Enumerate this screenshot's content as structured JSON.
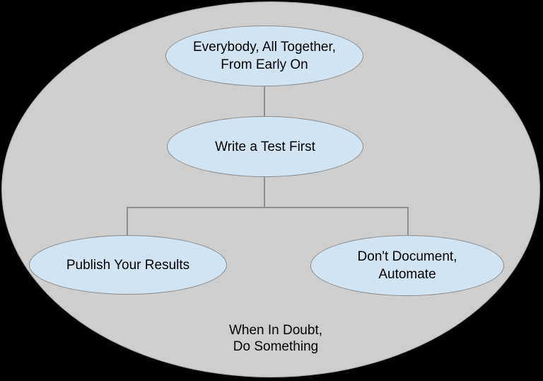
{
  "diagram": {
    "background_color": "#000000",
    "outer_ellipse": {
      "fill": "#cecece",
      "border_color": "#a3a3a3"
    },
    "node_style": {
      "fill": "#d2e4f2",
      "border_color": "#8a8a8a",
      "text_color": "#000000"
    },
    "connector_color": "#8f8f8f",
    "nodes": {
      "root": {
        "label": "Everybody, All Together,\nFrom Early On"
      },
      "child": {
        "label": "Write a Test First"
      },
      "leaf_left": {
        "label": "Publish Your Results"
      },
      "leaf_right": {
        "label": "Don't Document,\nAutomate"
      }
    },
    "edges": [
      {
        "from": "root",
        "to": "child"
      },
      {
        "from": "child",
        "to": "leaf_left"
      },
      {
        "from": "child",
        "to": "leaf_right"
      }
    ],
    "caption": "When In Doubt,\nDo Something"
  }
}
